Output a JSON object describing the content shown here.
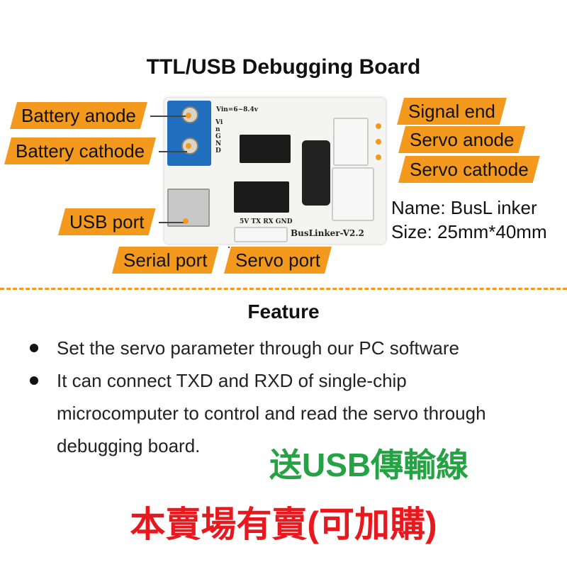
{
  "title": "TTL/USB Debugging Board",
  "labels": {
    "battery_anode": "Battery anode",
    "battery_cathode": "Battery cathode",
    "usb_port": "USB port",
    "serial_port": "Serial port",
    "servo_port": "Servo port",
    "signal_end": "Signal end",
    "servo_anode": "Servo anode",
    "servo_cathode": "Servo cathode"
  },
  "info": {
    "name": "Name: BusL inker",
    "size": "Size: 25mm*40mm"
  },
  "board": {
    "vin": "Vin=6~8.4v",
    "silk_left": "Vin GND",
    "model": "BusLinker-V2.2",
    "pins": "5V TX RX GND"
  },
  "feature": {
    "title": "Feature",
    "items": [
      "Set the servo parameter through our PC software",
      "It can connect TXD and RXD of single-chip",
      "microcomputer to control and read the servo through",
      "debugging board."
    ]
  },
  "promo": {
    "green": "送USB傳輸線",
    "red": "本賣場有賣(可加購)"
  },
  "colors": {
    "accent": "#f39a1e",
    "green": "#25a243",
    "red": "#e8191e"
  }
}
